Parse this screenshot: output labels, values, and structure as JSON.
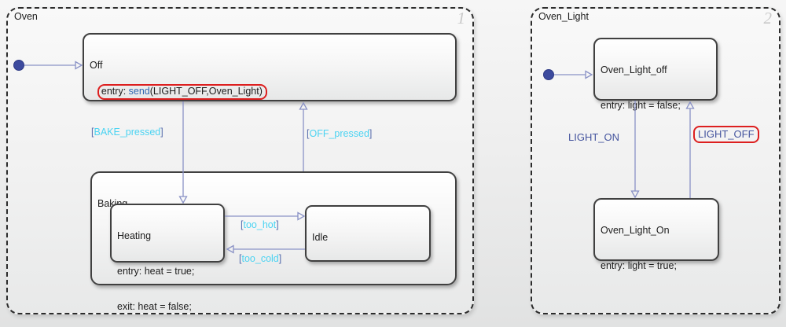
{
  "oven": {
    "title": "Oven",
    "badge": "1",
    "states": {
      "off": {
        "title": "Off",
        "entry_prefix": "entry: ",
        "entry_keyword": "send",
        "entry_suffix": "(LIGHT_OFF,Oven_Light)"
      },
      "baking": {
        "title": "Baking"
      },
      "heating": {
        "title": "Heating",
        "entry": "entry: heat = true;",
        "exit": "exit: heat = false;"
      },
      "idle": {
        "title": "Idle"
      }
    },
    "transitions": {
      "bake": {
        "bracket_open": "[",
        "text": "BAKE_pressed",
        "bracket_close": "]"
      },
      "off_pressed": {
        "bracket_open": "[",
        "text": "OFF_pressed",
        "bracket_close": "]"
      },
      "too_hot": {
        "bracket_open": "[",
        "text": "too_hot",
        "bracket_close": "]"
      },
      "too_cold": {
        "bracket_open": "[",
        "text": "too_cold",
        "bracket_close": "]"
      }
    }
  },
  "oven_light": {
    "title": "Oven_Light",
    "badge": "2",
    "states": {
      "off": {
        "title": "Oven_Light_off",
        "entry": "entry: light = false;"
      },
      "on": {
        "title": "Oven_Light_On",
        "entry": "entry: light = true;"
      }
    },
    "transitions": {
      "light_on": {
        "text": "LIGHT_ON"
      },
      "light_off": {
        "text": "LIGHT_OFF"
      }
    }
  },
  "colors": {
    "condition_label": "#4bd3f2",
    "bracket": "#5a6fae",
    "event_label": "#44549e",
    "keyword": "#2f67b1",
    "transition_line": "#8a92c6",
    "initial_dot": "#3c4a9e",
    "highlight_red": "#dd1f1f",
    "state_border": "#404040"
  }
}
